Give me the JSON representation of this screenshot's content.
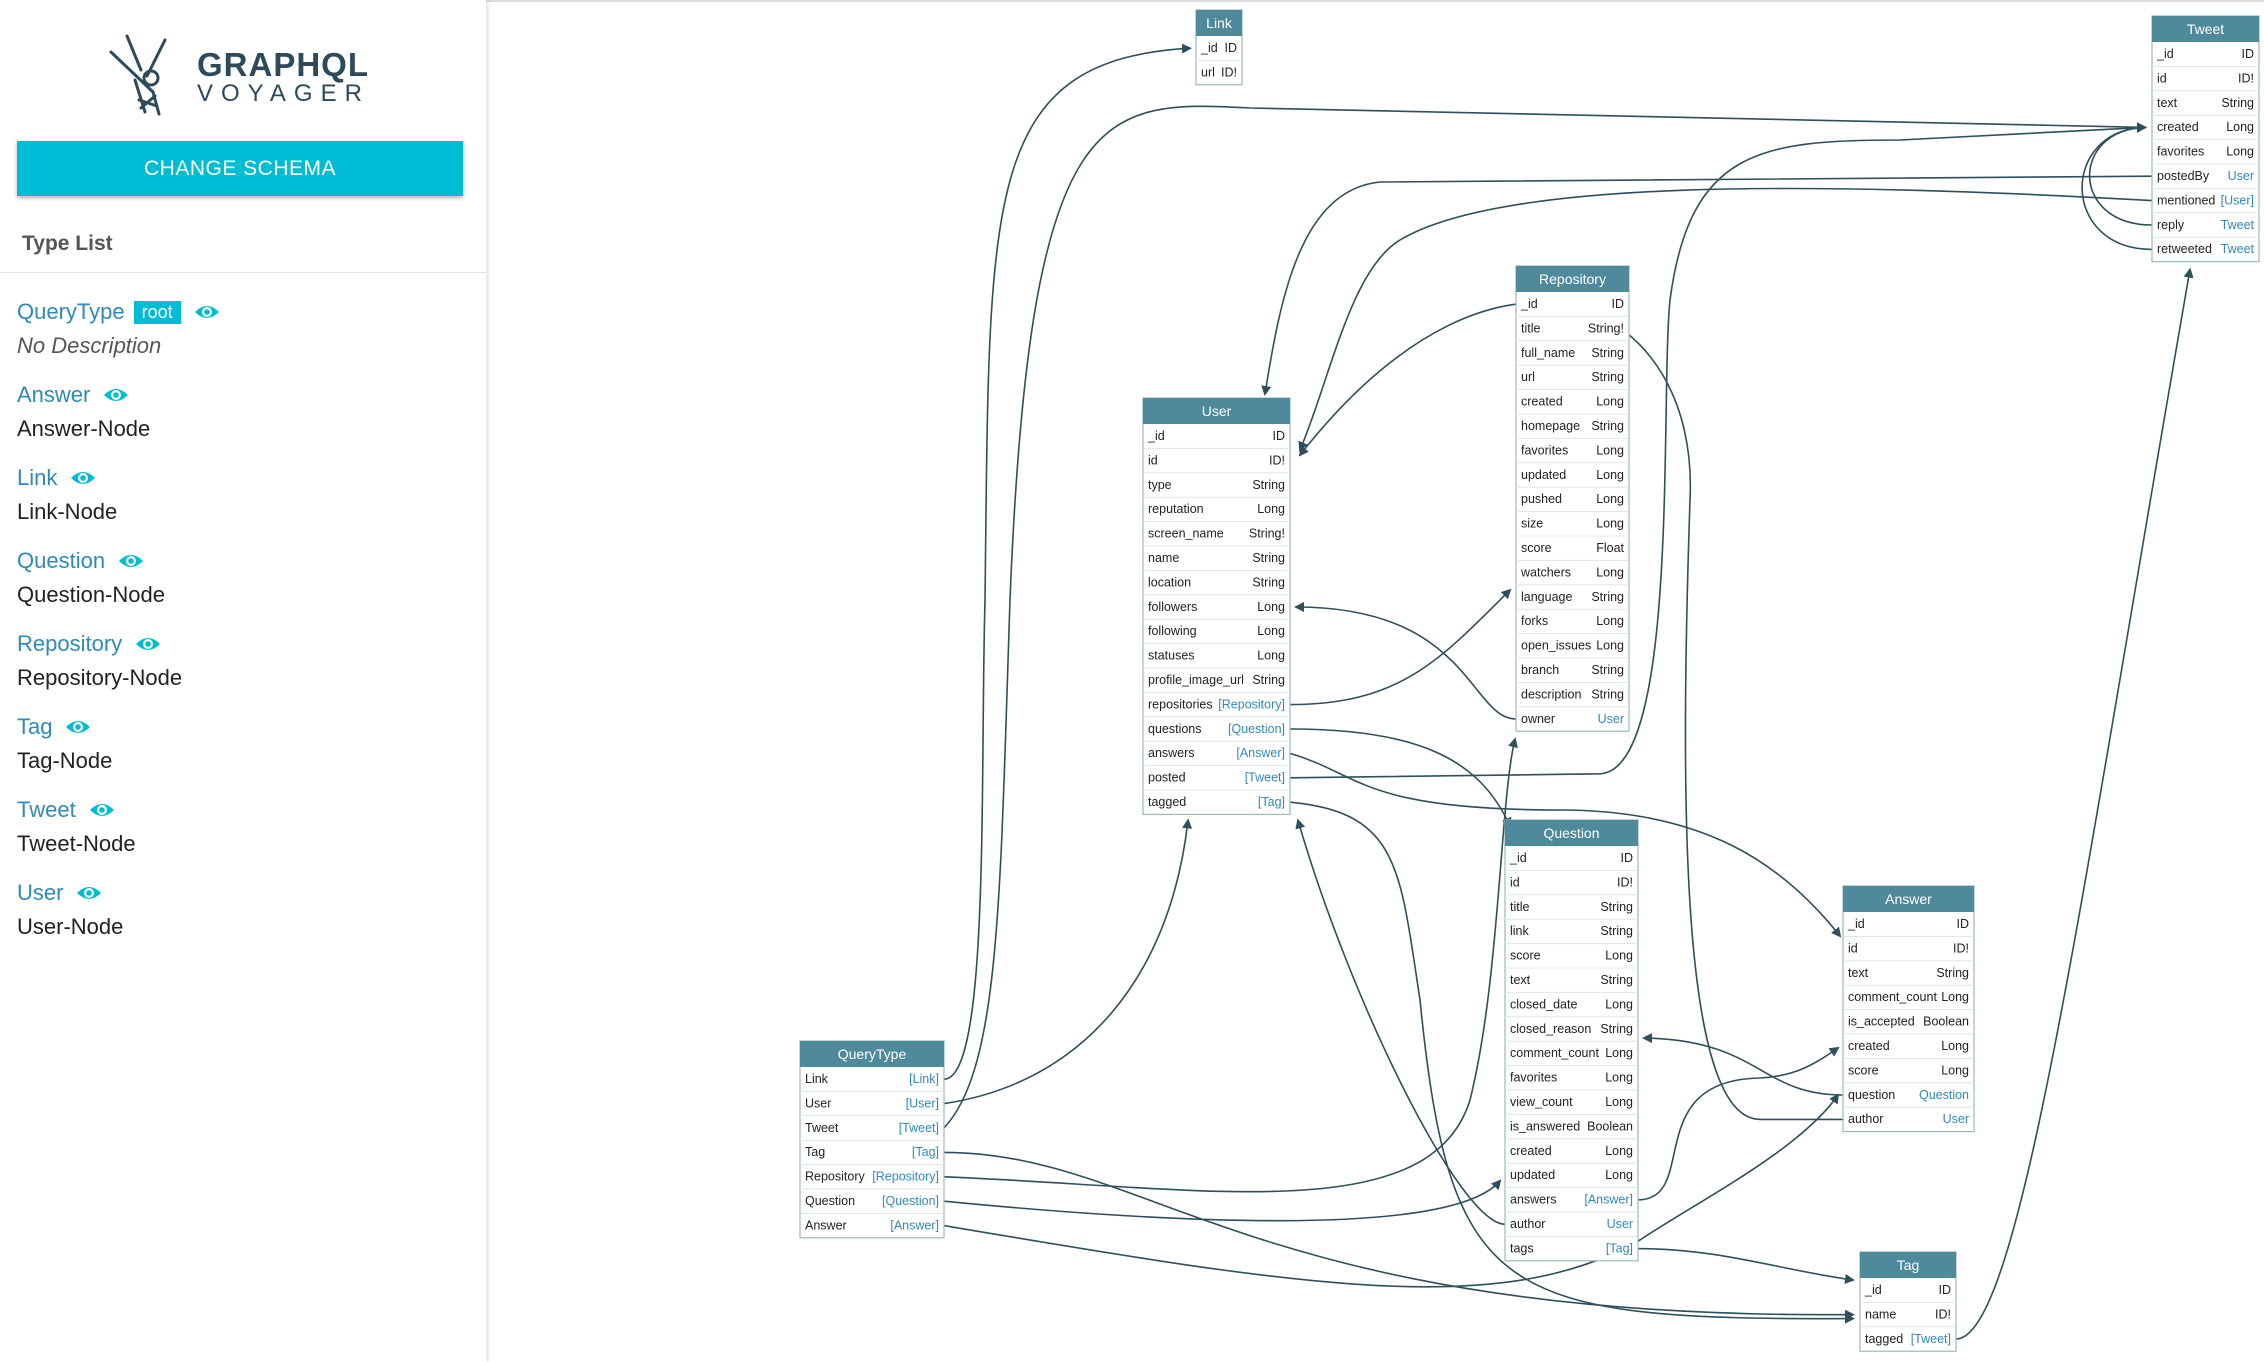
{
  "app": {
    "logo_line1": "GRAPHQL",
    "logo_line2": "VOYAGER",
    "change_schema_label": "CHANGE SCHEMA",
    "type_list_title": "Type List"
  },
  "colors": {
    "accent": "#00bcd4",
    "link_blue": "#2e8ab8",
    "node_header": "#4f8a9c",
    "edge": "#2f4f5a"
  },
  "type_list": [
    {
      "name": "QueryType",
      "badge": "root",
      "description": "No Description",
      "italic": true,
      "icon": "eye-icon"
    },
    {
      "name": "Answer",
      "description": "Answer-Node",
      "icon": "eye-icon"
    },
    {
      "name": "Link",
      "description": "Link-Node",
      "icon": "eye-icon"
    },
    {
      "name": "Question",
      "description": "Question-Node",
      "icon": "eye-icon"
    },
    {
      "name": "Repository",
      "description": "Repository-Node",
      "icon": "eye-icon"
    },
    {
      "name": "Tag",
      "description": "Tag-Node",
      "icon": "eye-icon"
    },
    {
      "name": "Tweet",
      "description": "Tweet-Node",
      "icon": "eye-icon"
    },
    {
      "name": "User",
      "description": "User-Node",
      "icon": "eye-icon"
    }
  ],
  "graph": {
    "nodes": [
      {
        "id": "Link",
        "title": "Link",
        "fields": [
          [
            "_id",
            "ID"
          ],
          [
            "url",
            "ID!"
          ]
        ]
      },
      {
        "id": "Tweet",
        "title": "Tweet",
        "fields": [
          [
            "_id",
            "ID"
          ],
          [
            "id",
            "ID!"
          ],
          [
            "text",
            "String"
          ],
          [
            "created",
            "Long"
          ],
          [
            "favorites",
            "Long"
          ],
          [
            "postedBy",
            "User"
          ],
          [
            "mentioned",
            "[User]"
          ],
          [
            "reply",
            "Tweet"
          ],
          [
            "retweeted",
            "Tweet"
          ]
        ]
      },
      {
        "id": "Repository",
        "title": "Repository",
        "fields": [
          [
            "_id",
            "ID"
          ],
          [
            "title",
            "String!"
          ],
          [
            "full_name",
            "String"
          ],
          [
            "url",
            "String"
          ],
          [
            "created",
            "Long"
          ],
          [
            "homepage",
            "String"
          ],
          [
            "favorites",
            "Long"
          ],
          [
            "updated",
            "Long"
          ],
          [
            "pushed",
            "Long"
          ],
          [
            "size",
            "Long"
          ],
          [
            "score",
            "Float"
          ],
          [
            "watchers",
            "Long"
          ],
          [
            "language",
            "String"
          ],
          [
            "forks",
            "Long"
          ],
          [
            "open_issues",
            "Long"
          ],
          [
            "branch",
            "String"
          ],
          [
            "description",
            "String"
          ],
          [
            "owner",
            "User"
          ]
        ]
      },
      {
        "id": "User",
        "title": "User",
        "fields": [
          [
            "_id",
            "ID"
          ],
          [
            "id",
            "ID!"
          ],
          [
            "type",
            "String"
          ],
          [
            "reputation",
            "Long"
          ],
          [
            "screen_name",
            "String!"
          ],
          [
            "name",
            "String"
          ],
          [
            "location",
            "String"
          ],
          [
            "followers",
            "Long"
          ],
          [
            "following",
            "Long"
          ],
          [
            "statuses",
            "Long"
          ],
          [
            "profile_image_url",
            "String"
          ],
          [
            "repositories",
            "[Repository]"
          ],
          [
            "questions",
            "[Question]"
          ],
          [
            "answers",
            "[Answer]"
          ],
          [
            "posted",
            "[Tweet]"
          ],
          [
            "tagged",
            "[Tag]"
          ]
        ]
      },
      {
        "id": "Question",
        "title": "Question",
        "fields": [
          [
            "_id",
            "ID"
          ],
          [
            "id",
            "ID!"
          ],
          [
            "title",
            "String"
          ],
          [
            "link",
            "String"
          ],
          [
            "score",
            "Long"
          ],
          [
            "text",
            "String"
          ],
          [
            "closed_date",
            "Long"
          ],
          [
            "closed_reason",
            "String"
          ],
          [
            "comment_count",
            "Long"
          ],
          [
            "favorites",
            "Long"
          ],
          [
            "view_count",
            "Long"
          ],
          [
            "is_answered",
            "Boolean"
          ],
          [
            "created",
            "Long"
          ],
          [
            "updated",
            "Long"
          ],
          [
            "answers",
            "[Answer]"
          ],
          [
            "author",
            "User"
          ],
          [
            "tags",
            "[Tag]"
          ]
        ]
      },
      {
        "id": "Answer",
        "title": "Answer",
        "fields": [
          [
            "_id",
            "ID"
          ],
          [
            "id",
            "ID!"
          ],
          [
            "text",
            "String"
          ],
          [
            "comment_count",
            "Long"
          ],
          [
            "is_accepted",
            "Boolean"
          ],
          [
            "created",
            "Long"
          ],
          [
            "score",
            "Long"
          ],
          [
            "question",
            "Question"
          ],
          [
            "author",
            "User"
          ]
        ]
      },
      {
        "id": "QueryType",
        "title": "QueryType",
        "fields": [
          [
            "Link",
            "[Link]"
          ],
          [
            "User",
            "[User]"
          ],
          [
            "Tweet",
            "[Tweet]"
          ],
          [
            "Tag",
            "[Tag]"
          ],
          [
            "Repository",
            "[Repository]"
          ],
          [
            "Question",
            "[Question]"
          ],
          [
            "Answer",
            "[Answer]"
          ]
        ]
      },
      {
        "id": "Tag",
        "title": "Tag",
        "fields": [
          [
            "_id",
            "ID"
          ],
          [
            "name",
            "ID!"
          ],
          [
            "tagged",
            "[Tweet]"
          ]
        ]
      }
    ]
  }
}
